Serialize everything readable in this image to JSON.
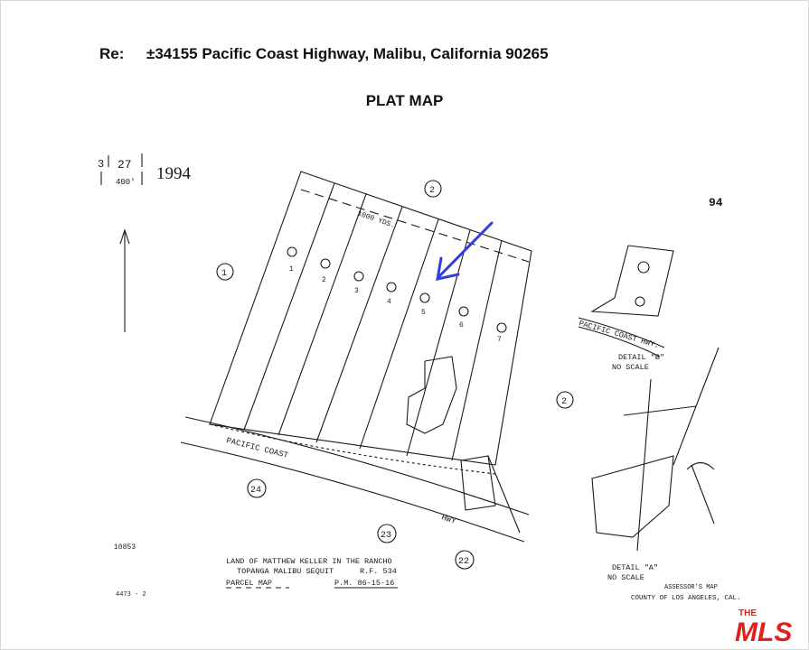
{
  "header": {
    "re_label": "Re:",
    "address": "±34155 Pacific Coast Highway, Malibu, California 90265",
    "title": "PLAT MAP"
  },
  "plat": {
    "book_page": "27",
    "book_prefix": "3",
    "scale": "400'",
    "year": "1994",
    "sheet_number": "94",
    "street_main": "PACIFIC COAST",
    "street_main_b": "HWY",
    "street_detail": "PACIFIC COAST HWY.",
    "distance_label": "1000 YDS.",
    "detail_b": "DETAIL \"B\"",
    "detail_a": "DETAIL \"A\"",
    "no_scale": "NO SCALE",
    "map_code": "10853",
    "circled_numbers": [
      "1",
      "2",
      "2",
      "24",
      "23",
      "22"
    ],
    "lot_numbers": [
      "1",
      "2",
      "3",
      "4",
      "5",
      "6",
      "7"
    ],
    "legend_line1": "LAND OF MATTHEW KELLER IN THE RANCHO",
    "legend_line2": "TOPANGA MALIBU SEQUIT",
    "legend_rf": "R.F. 534",
    "legend_line3": "PARCEL MAP",
    "legend_pm": "P.M. 86-15-16",
    "assessor_line1": "ASSESSOR'S MAP",
    "assessor_line2": "COUNTY OF LOS ANGELES, CAL.",
    "bottom_left_code": "4473 - 2"
  },
  "logo": {
    "text_small": "THE",
    "text_big": "MLS"
  },
  "colors": {
    "arrow": "#2f3fd8",
    "ink": "#1a1a1a",
    "logo": "#e0201b"
  }
}
